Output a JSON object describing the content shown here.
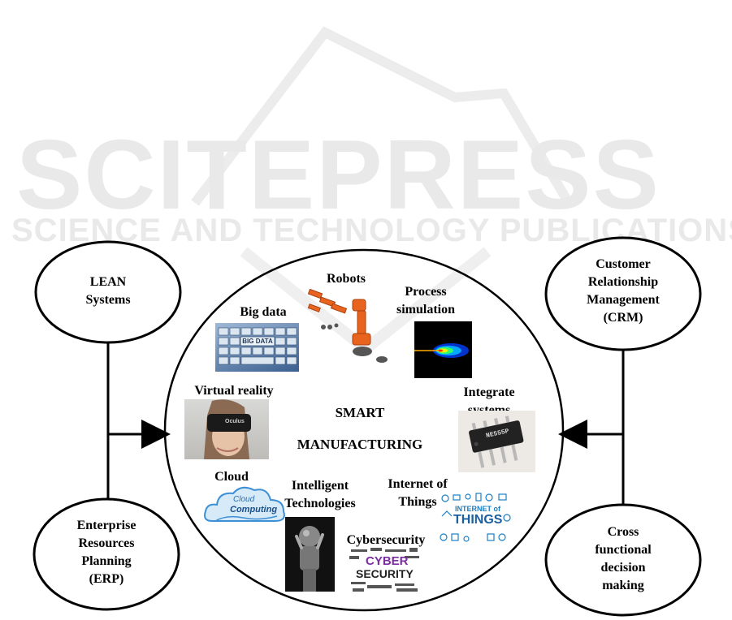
{
  "watermark": {
    "brand": "SCITEPRESS",
    "tagline": "SCIENCE AND TECHNOLOGY PUBLICATIONS"
  },
  "center": {
    "line1": "SMART",
    "line2": "MANUFACTURING"
  },
  "satellites": {
    "lean": [
      "LEAN",
      "Systems"
    ],
    "erp": [
      "Enterprise",
      "Resources",
      "Planning",
      "(ERP)"
    ],
    "crm": [
      "Customer",
      "Relationship",
      "Management",
      "(CRM)"
    ],
    "cross": [
      "Cross",
      "functional",
      "decision",
      "making"
    ]
  },
  "technologies": {
    "robots": "Robots",
    "process_simulation": [
      "Process",
      "simulation"
    ],
    "big_data": "Big data",
    "virtual_reality": "Virtual reality",
    "integrate_systems": [
      "Integrate",
      "systems"
    ],
    "cloud": "Cloud",
    "intelligent_technologies": [
      "Intelligent",
      "Technologies"
    ],
    "internet_of_things": [
      "Internet of",
      "Things"
    ],
    "cybersecurity": "Cybersecurity"
  },
  "image_text": {
    "big_data": "BIG DATA",
    "vr_brand": "Oculus",
    "chip_code": "NE555P",
    "cloud_line1": "Cloud",
    "cloud_line2": "Computing",
    "iot_line1": "INTERNET of",
    "iot_line2": "THINGS",
    "cyber_line1": "CYBER",
    "cyber_line2": "SECURITY"
  },
  "colors": {
    "line": "#000000",
    "watermark": "#e9e9e9",
    "robot": "#e8641e",
    "keyboard": "#3a5f8f",
    "cloud": "#3d8fd6",
    "iot": "#1b7fc4",
    "cyber": "#7a2ca0"
  }
}
